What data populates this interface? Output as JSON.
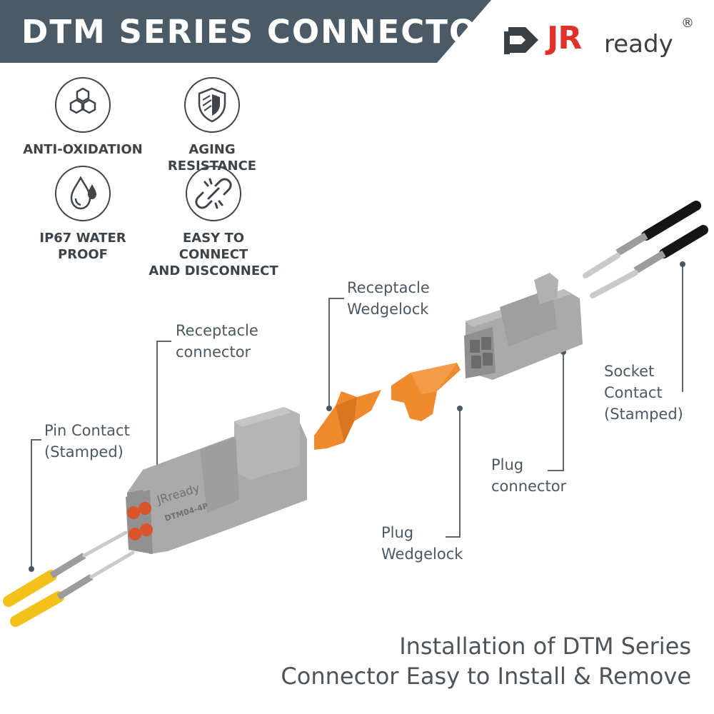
{
  "banner": {
    "title": "DTM SERIES CONNECTOR",
    "background": "#4a5a66"
  },
  "brand": {
    "jr": "JR",
    "ready": "ready",
    "registered": "®",
    "accent": "#e0302b"
  },
  "features": [
    {
      "icon": "hexagon-cluster-icon",
      "label": "ANTI-OXIDATION"
    },
    {
      "icon": "shield-icon",
      "label": "AGING RESISTANCE"
    },
    {
      "icon": "water-drop-icon",
      "label": "IP67 WATER\nPROOF"
    },
    {
      "icon": "broken-link-icon",
      "label": "EASY TO CONNECT\nAND DISCONNECT"
    }
  ],
  "callouts": {
    "receptacle_wedgelock": "Receptacle\nWedgelock",
    "receptacle_connector": "Receptacle\nconnector",
    "pin_contact": "Pin Contact\n(Stamped)",
    "socket_contact": "Socket\nContact\n(Stamped)",
    "plug_connector": "Plug\nconnector",
    "plug_wedgelock": "Plug\nWedgelock"
  },
  "product": {
    "logo_text": "JRready",
    "model": "DTM04-4P",
    "housing_color": "#a9aaa9",
    "wedgelock_color": "#ef8a2e",
    "pin_wire_color": "#f2c21a"
  },
  "caption": {
    "line1": "Installation of DTM Series",
    "line2": "Connector Easy to Install & Remove"
  }
}
